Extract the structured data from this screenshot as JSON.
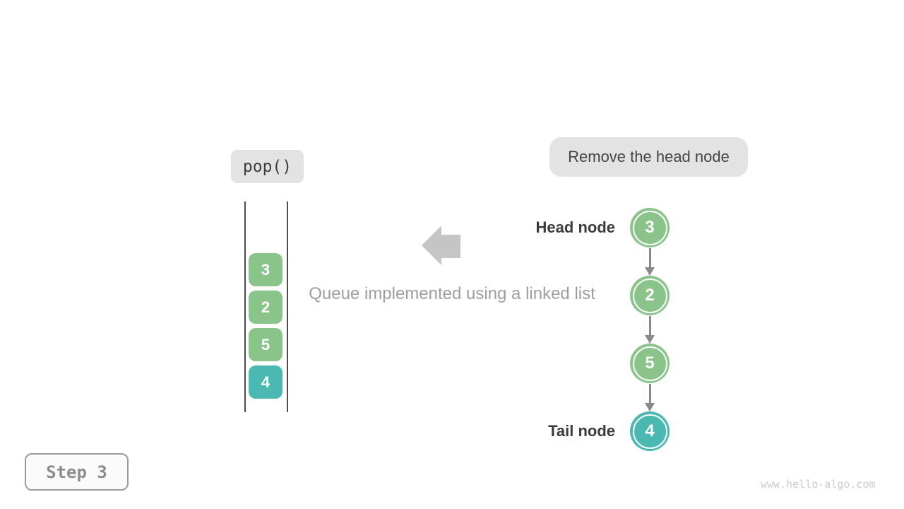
{
  "meta": {
    "step_label": "Step 3",
    "watermark": "www.hello-algo.com"
  },
  "operation": {
    "label": "pop()",
    "annotation": "Remove the head node"
  },
  "caption": "Queue implemented using a linked list",
  "stack_view": {
    "cells": [
      {
        "value": "3",
        "color": "#8ac48a"
      },
      {
        "value": "2",
        "color": "#8ac48a"
      },
      {
        "value": "5",
        "color": "#8ac48a"
      },
      {
        "value": "4",
        "color": "#4bb9b1"
      }
    ]
  },
  "linked_list": {
    "head_label": "Head node",
    "tail_label": "Tail node",
    "nodes": [
      {
        "value": "3",
        "color": "#8ac48a",
        "role": "head"
      },
      {
        "value": "2",
        "color": "#8ac48a",
        "role": ""
      },
      {
        "value": "5",
        "color": "#8ac48a",
        "role": ""
      },
      {
        "value": "4",
        "color": "#4bb9b1",
        "role": "tail"
      }
    ]
  },
  "icons": {
    "block_arrow": "left-block-arrow-icon",
    "pointer": "down-arrow-icon"
  },
  "colors": {
    "badge_bg": "#e3e3e3",
    "node_green": "#8ac48a",
    "node_teal": "#4bb9b1",
    "block_arrow": "#c5c5c5",
    "pointer_gray": "#8a8a8a",
    "caption_text": "#9e9e9e",
    "label_text": "#3b3b3b",
    "wall": "#4d4d4d"
  }
}
